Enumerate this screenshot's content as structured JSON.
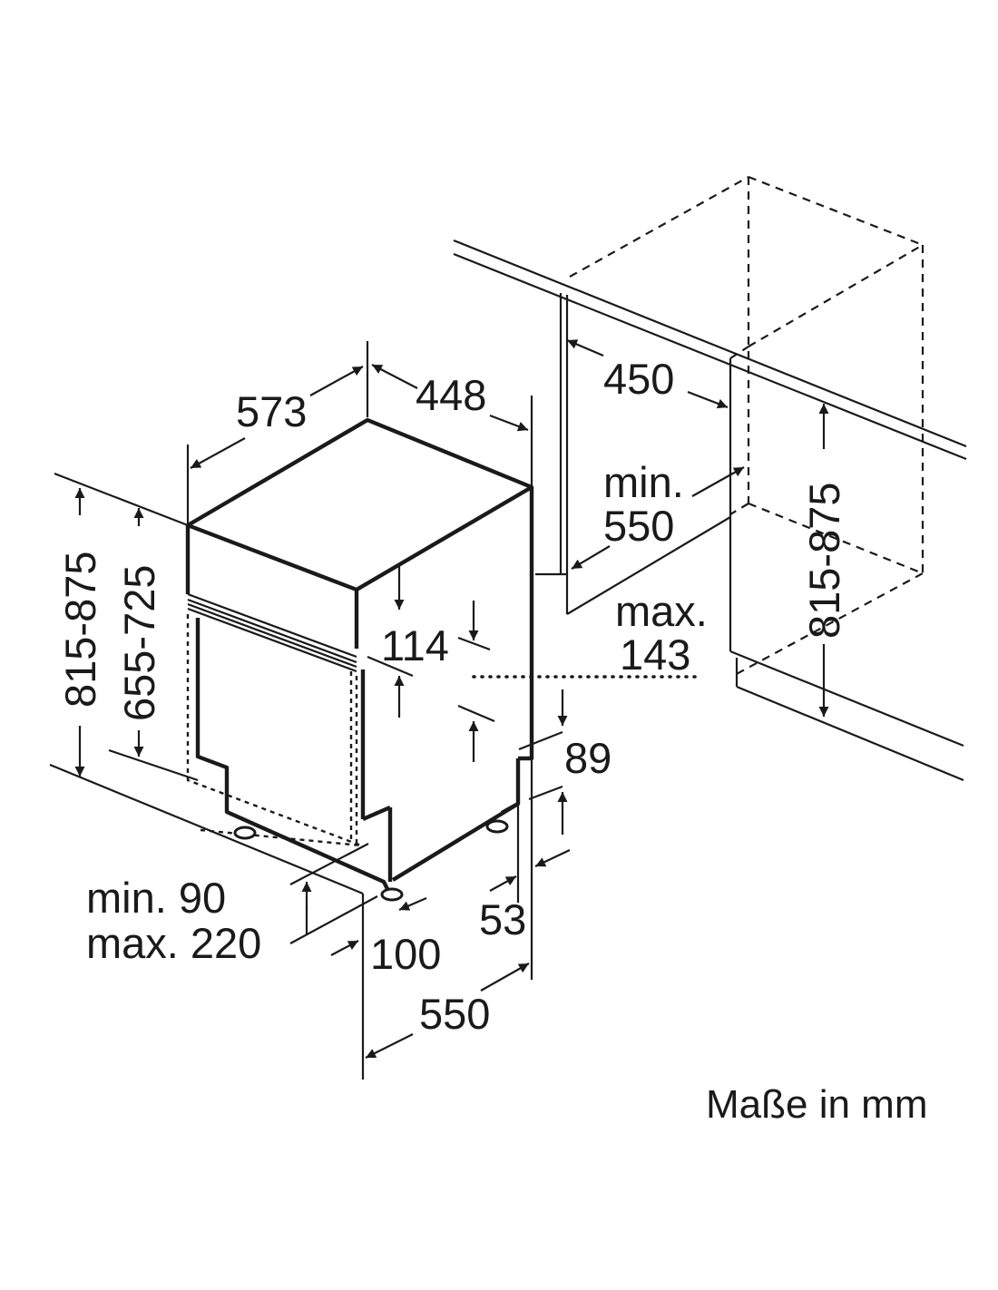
{
  "labels": {
    "width_573": "573",
    "depth_448": "448",
    "niche_450": "450",
    "niche_min": "min.",
    "niche_min_val": "550",
    "max_label": "max.",
    "max_val": "143",
    "h_114": "114",
    "h_89": "89",
    "d_53": "53",
    "d_100": "100",
    "d_550": "550",
    "min_90": "min. 90",
    "max_220": "max. 220",
    "height_total": "815-875",
    "height_door": "655-725",
    "niche_height": "815-875",
    "units_caption": "Maße in mm"
  }
}
